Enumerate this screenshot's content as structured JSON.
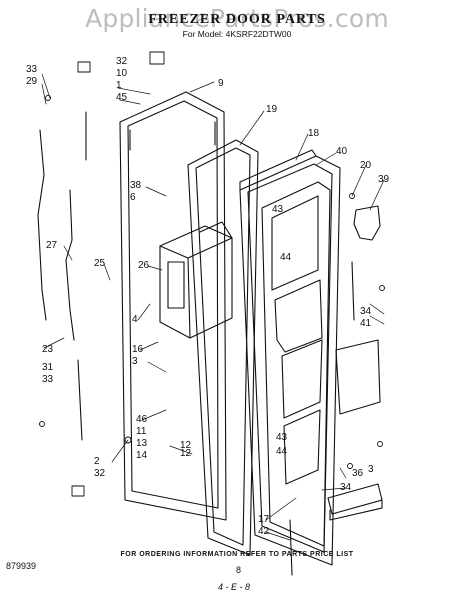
{
  "watermark": "AppliancePartsPros.com",
  "title": "FREEZER DOOR PARTS",
  "subtitle": "For Model: 4KSRF22DTW00",
  "footnote": "FOR ORDERING INFORMATION REFER TO PARTS PRICE LIST",
  "doc_number": "879939",
  "page_number": "8",
  "sheet_mark": "4 - E - 8",
  "callouts": [
    "33",
    "29",
    "32",
    "10",
    "1",
    "45",
    "9",
    "19",
    "18",
    "40",
    "20",
    "39",
    "38",
    "6",
    "27",
    "25",
    "26",
    "4",
    "43",
    "44",
    "34",
    "41",
    "23",
    "31",
    "33",
    "16",
    "3",
    "46",
    "11",
    "13",
    "14",
    "12",
    "2",
    "32",
    "12",
    "43",
    "44",
    "36",
    "3",
    "34",
    "17",
    "42"
  ]
}
